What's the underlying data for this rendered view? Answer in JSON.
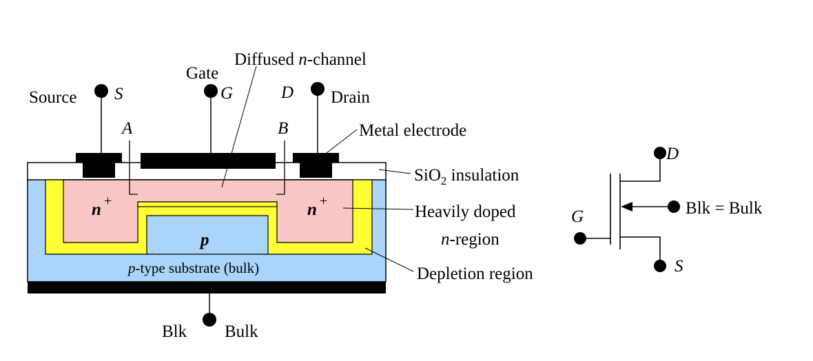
{
  "colors": {
    "oxide": "#ffffff",
    "substrate": "#aad4fa",
    "depletion": "#ffff33",
    "n_region": "#f9c6c6",
    "metal": "#000000"
  },
  "labels": {
    "diffused_prefix": "Diffused ",
    "diffused_n": "n",
    "diffused_suffix": "-channel",
    "gate": "Gate",
    "source": "Source",
    "s_letter": "S",
    "g_letter": "G",
    "d_letter": "D",
    "drain": "Drain",
    "a_letter": "A",
    "b_letter": "B",
    "metal_electrode": "Metal electrode",
    "sio2_main": "SiO",
    "sio2_sub": "2",
    "sio2_rest": " insulation",
    "heavily_doped": "Heavily doped",
    "n_region_n": "n",
    "n_region_rest": "-region",
    "n_plus_n": "n",
    "n_plus_sup": "+",
    "p_region": "p",
    "substrate_p": "p",
    "substrate_rest": "-type substrate (bulk)",
    "depletion": "Depletion region",
    "blk": "Blk",
    "bulk": "Bulk"
  },
  "symbol": {
    "d_letter": "D",
    "s_letter": "S",
    "g_letter": "G",
    "blk_eq": "Blk = Bulk"
  }
}
